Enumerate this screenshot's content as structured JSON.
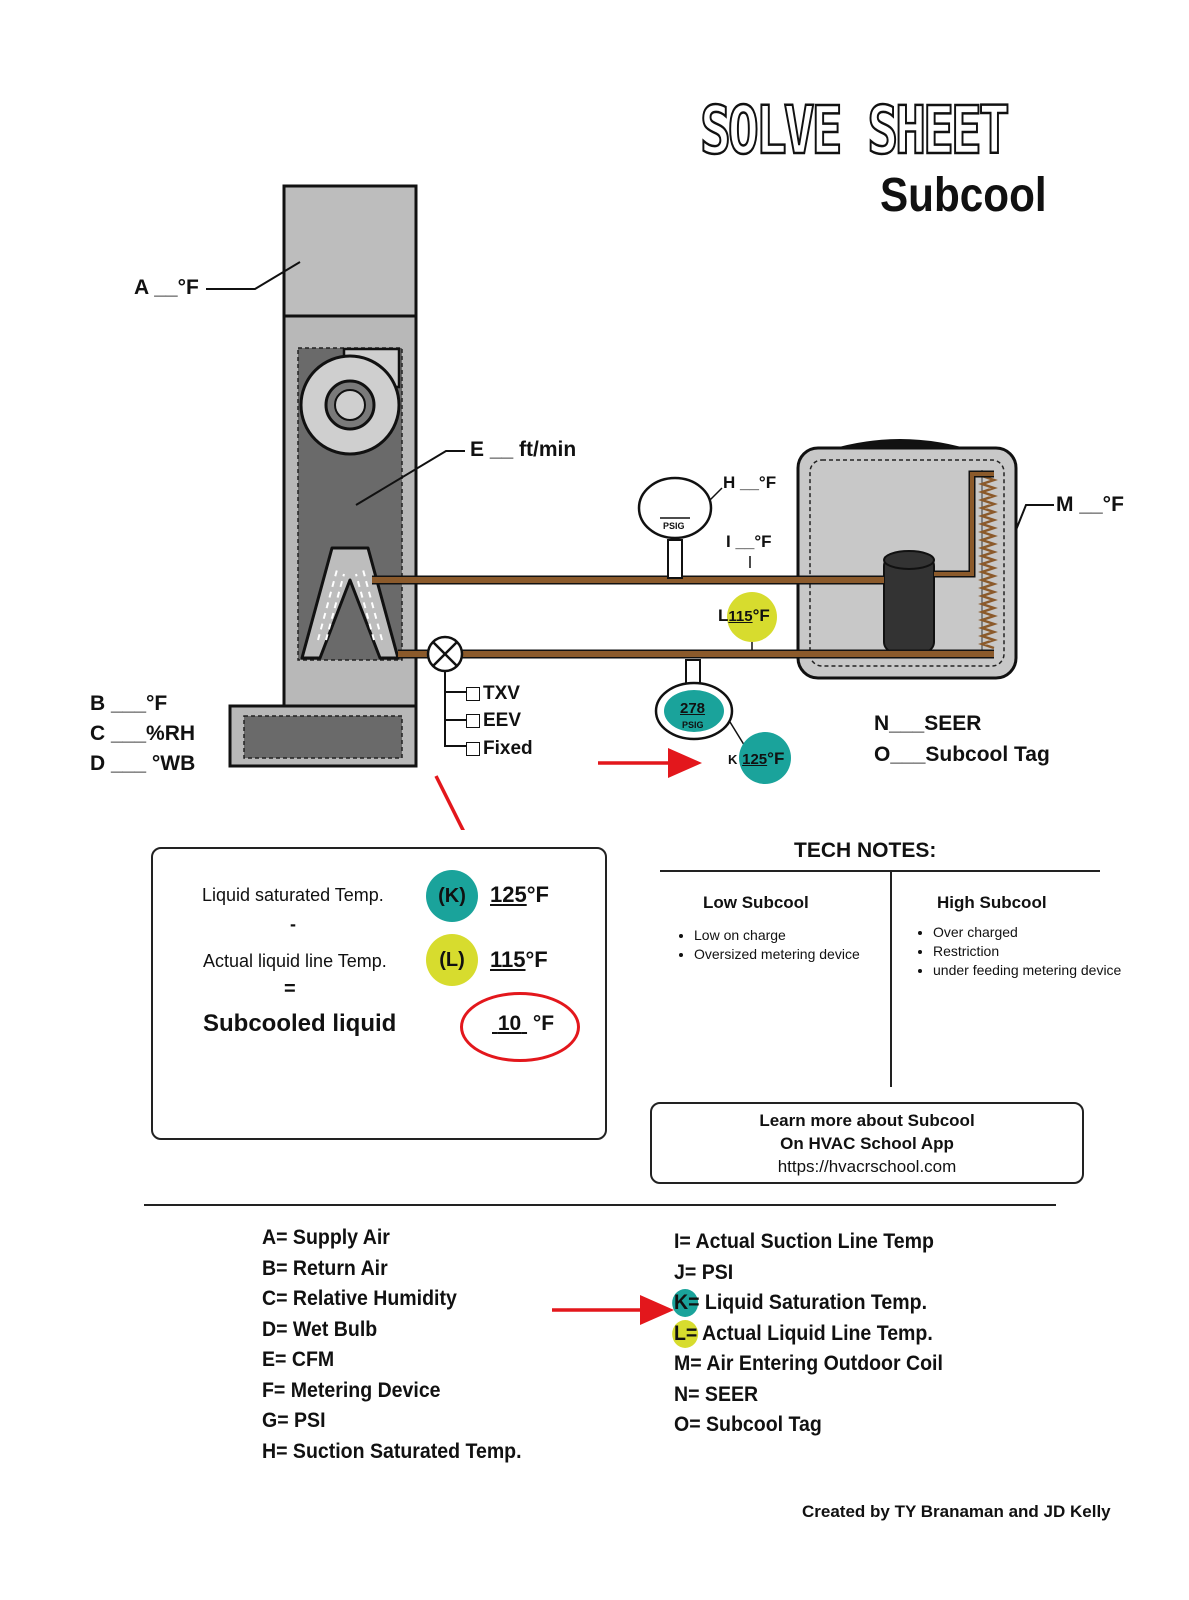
{
  "title": "SOLVE SHEET",
  "subtitle": "Subcool",
  "labels": {
    "a": "A __°F",
    "b": "B ___°F",
    "c": "C ___%RH",
    "d": "D ___ °WB",
    "e": "E __ ft/min",
    "h": "H __°F",
    "i": "I __°F",
    "l_prefix": "L",
    "l_value": "115",
    "l_unit": "°F",
    "m": "M __°F",
    "n": "N___SEER",
    "o": "O___Subcool Tag",
    "k_prefix": "K",
    "k_value": "125",
    "k_unit": "°F",
    "high_gauge_unit": "PSIG",
    "low_gauge_unit": "PSIG",
    "high_gauge_value": "278"
  },
  "metering": [
    "TXV",
    "EEV",
    "Fixed"
  ],
  "calc": {
    "line1_label": "Liquid saturated Temp.",
    "line1_badge": "(K)",
    "line1_value": "125",
    "line1_unit": "°F",
    "minus": "-",
    "line2_label": "Actual liquid line Temp.",
    "line2_badge": "(L)",
    "line2_value": "115",
    "line2_unit": "°F",
    "equals": "=",
    "result_label": "Subcooled liquid",
    "result_value": "10",
    "result_unit": "°F"
  },
  "tech_notes": {
    "title": "TECH NOTES:",
    "low": {
      "title": "Low Subcool",
      "items": [
        "Low on charge",
        "Oversized metering device"
      ]
    },
    "high": {
      "title": "High Subcool",
      "items": [
        "Over charged",
        "Restriction",
        "under feeding metering device"
      ]
    }
  },
  "learn_more": {
    "line1": "Learn more about Subcool",
    "line2": "On HVAC School App",
    "line3": "https://hvacrschool.com"
  },
  "legend_left": [
    "A= Supply Air",
    "B= Return Air",
    "C= Relative Humidity",
    "D= Wet Bulb",
    "E= CFM",
    "F= Metering Device",
    "G= PSI",
    "H= Suction Saturated Temp."
  ],
  "legend_right": [
    "I= Actual Suction Line Temp",
    "J= PSI",
    "K= Liquid Saturation Temp.",
    "L= Actual Liquid Line Temp.",
    "M= Air Entering Outdoor Coil",
    "N= SEER",
    "O= Subcool Tag"
  ],
  "credit": "Created by TY Branaman and JD Kelly",
  "colors": {
    "teal": "#1aa39b",
    "yellow": "#d7dc2e",
    "red": "#e3171c",
    "copper": "#8b5a2b",
    "unit_gray": "#c4c4c4",
    "dark_gray": "#6b6b6b"
  }
}
